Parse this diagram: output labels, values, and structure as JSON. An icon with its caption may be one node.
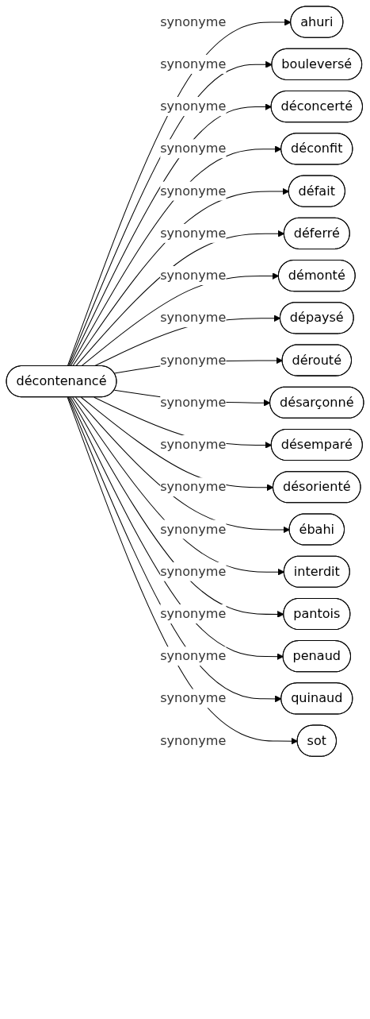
{
  "diagram": {
    "nodes": [
      {
        "text": [
          "décontenancé"
        ]
      },
      {
        "text": [
          "ahuri"
        ]
      },
      {
        "text": [
          "bouleversé"
        ]
      },
      {
        "text": [
          "déconcerté"
        ]
      },
      {
        "text": [
          "déconfit"
        ]
      },
      {
        "text": [
          "défait"
        ]
      },
      {
        "text": [
          "déferré"
        ]
      },
      {
        "text": [
          "démonté"
        ]
      },
      {
        "text": [
          "dépaysé"
        ]
      },
      {
        "text": [
          "dérouté"
        ]
      },
      {
        "text": [
          "désarçonné"
        ]
      },
      {
        "text": [
          "désemparé"
        ]
      },
      {
        "text": [
          "désorienté"
        ]
      },
      {
        "text": [
          "ébahi"
        ]
      },
      {
        "text": [
          "interdit"
        ]
      },
      {
        "text": [
          "pantois"
        ]
      },
      {
        "text": [
          "penaud"
        ]
      },
      {
        "text": [
          "quinaud"
        ]
      },
      {
        "text": [
          "sot"
        ]
      }
    ],
    "edges": [
      {
        "from": 0,
        "to": 1,
        "arrow": "to",
        "label": "synonyme"
      },
      {
        "from": 0,
        "to": 2,
        "arrow": "to",
        "label": "synonyme"
      },
      {
        "from": 0,
        "to": 3,
        "arrow": "to",
        "label": "synonyme"
      },
      {
        "from": 0,
        "to": 4,
        "arrow": "to",
        "label": "synonyme"
      },
      {
        "from": 0,
        "to": 5,
        "arrow": "to",
        "label": "synonyme"
      },
      {
        "from": 0,
        "to": 6,
        "arrow": "to",
        "label": "synonyme"
      },
      {
        "from": 0,
        "to": 7,
        "arrow": "to",
        "label": "synonyme"
      },
      {
        "from": 0,
        "to": 8,
        "arrow": "to",
        "label": "synonyme"
      },
      {
        "from": 0,
        "to": 9,
        "arrow": "to",
        "label": "synonyme"
      },
      {
        "from": 0,
        "to": 10,
        "arrow": "to",
        "label": "synonyme"
      },
      {
        "from": 0,
        "to": 11,
        "arrow": "to",
        "label": "synonyme"
      },
      {
        "from": 0,
        "to": 12,
        "arrow": "to",
        "label": "synonyme"
      },
      {
        "from": 0,
        "to": 13,
        "arrow": "to",
        "label": "synonyme"
      },
      {
        "from": 0,
        "to": 14,
        "arrow": "to",
        "label": "synonyme"
      },
      {
        "from": 0,
        "to": 15,
        "arrow": "to",
        "label": "synonyme"
      },
      {
        "from": 0,
        "to": 16,
        "arrow": "to",
        "label": "synonyme"
      },
      {
        "from": 0,
        "to": 17,
        "arrow": "to",
        "label": "synonyme"
      },
      {
        "from": 0,
        "to": 18,
        "arrow": "to",
        "label": "synonyme"
      }
    ]
  }
}
